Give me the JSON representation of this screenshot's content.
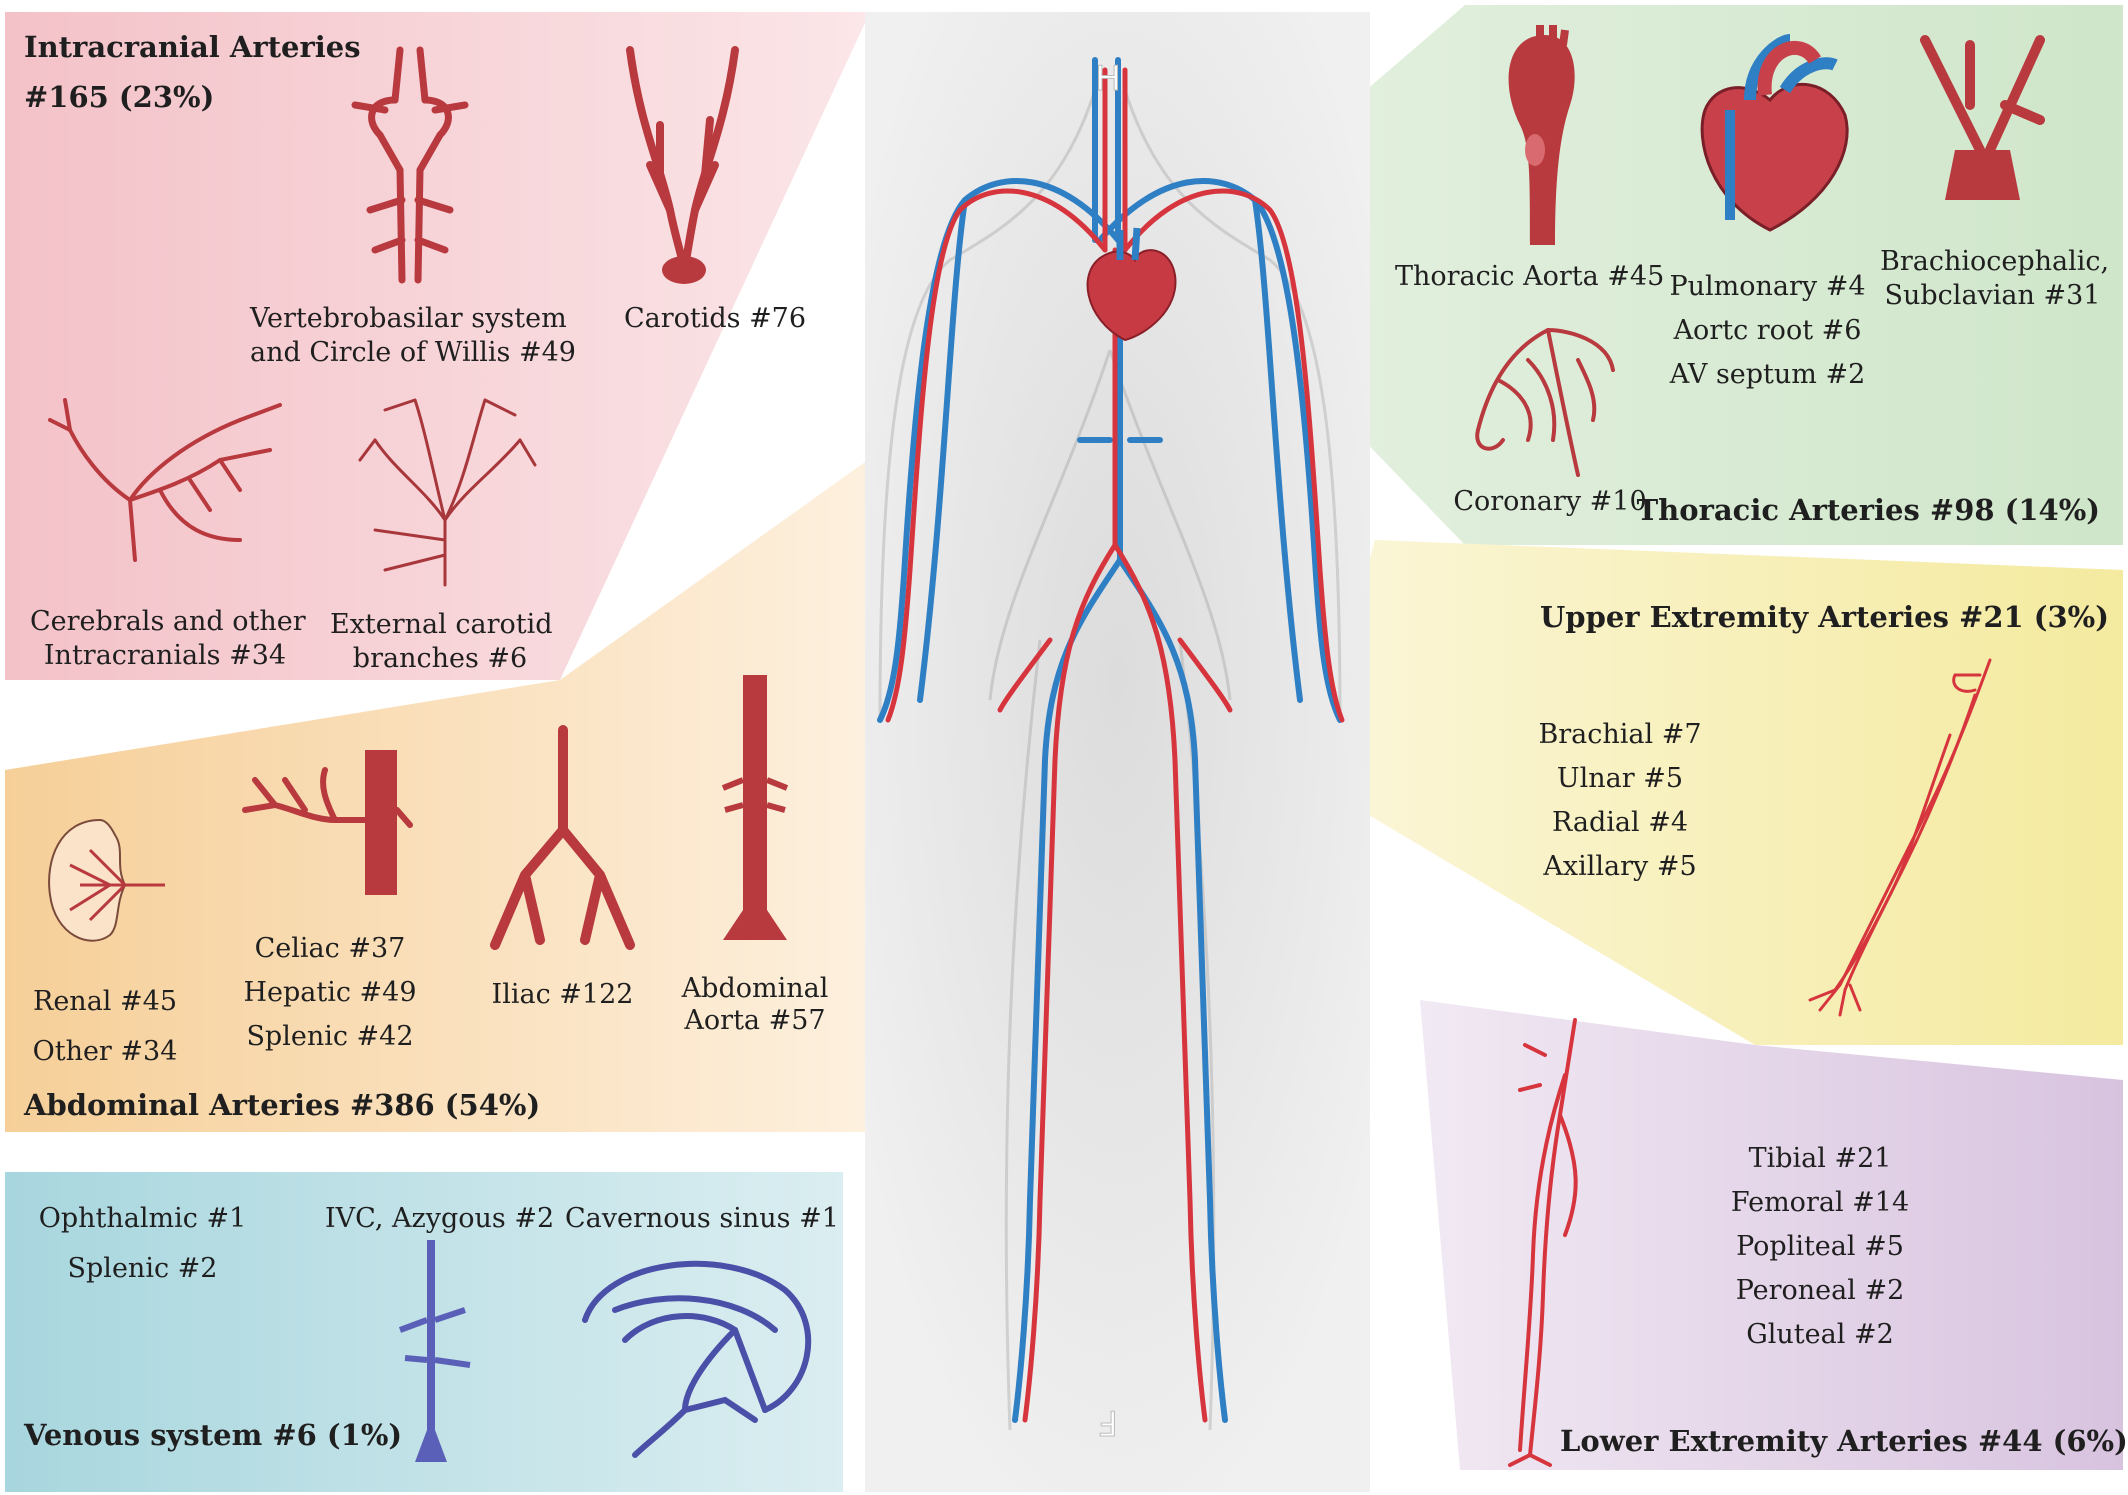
{
  "intracranial": {
    "title": "Intracranial Arteries",
    "count": "#165 (23%)",
    "items": {
      "vertebrobasilar": [
        "Vertebrobasilar system",
        "and Circle of Willis #49"
      ],
      "carotids": "Carotids #76",
      "cerebrals": [
        "Cerebrals and other",
        "Intracranials #34"
      ],
      "external_carotid": [
        "External carotid",
        "branches #6"
      ]
    }
  },
  "thoracic": {
    "title": "Thoracic Arteries #98 (14%)",
    "items": {
      "thoracic_aorta": "Thoracic Aorta #45",
      "heart": [
        "Pulmonary #4",
        "Aortc root #6",
        "AV septum #2"
      ],
      "brachiocephalic": [
        "Brachiocephalic,",
        "Subclavian #31"
      ],
      "coronary": "Coronary #10"
    }
  },
  "upper_extremity": {
    "title": "Upper Extremity Arteries #21 (3%)",
    "items": [
      "Brachial #7",
      "Ulnar #5",
      "Radial #4",
      "Axillary #5"
    ]
  },
  "abdominal": {
    "title": "Abdominal Arteries #386 (54%)",
    "items": {
      "renal": [
        "Renal #45",
        "Other #34"
      ],
      "celiac": [
        "Celiac #37",
        "Hepatic #49",
        "Splenic #42"
      ],
      "iliac": "Iliac #122",
      "abdominal_aorta": [
        "Abdominal",
        "Aorta #57"
      ]
    }
  },
  "lower_extremity": {
    "title": "Lower Extremity Arteries #44 (6%)",
    "items": [
      "Tibial #21",
      "Femoral #14",
      "Popliteal #5",
      "Peroneal #2",
      "Gluteal #2"
    ]
  },
  "venous": {
    "title": "Venous system #6 (1%)",
    "items": {
      "left": [
        "Ophthalmic #1",
        "Splenic #2"
      ],
      "ivc": "IVC, Azygous #2",
      "cavernous": "Cavernous sinus #1"
    }
  },
  "body_markers": {
    "head": "H",
    "feet": "F"
  },
  "colors": {
    "intracranial_bg": "#f5cfd3",
    "thoracic_bg": "#d3e8cf",
    "upper_bg": "#f7efb2",
    "abdominal_bg": "#f8d8a8",
    "lower_bg": "#ddcbe3",
    "venous_bg": "#b6dde3",
    "artery": "#c0393f",
    "vein": "#2f7fc4",
    "venous_icon": "#5a5fb8"
  }
}
